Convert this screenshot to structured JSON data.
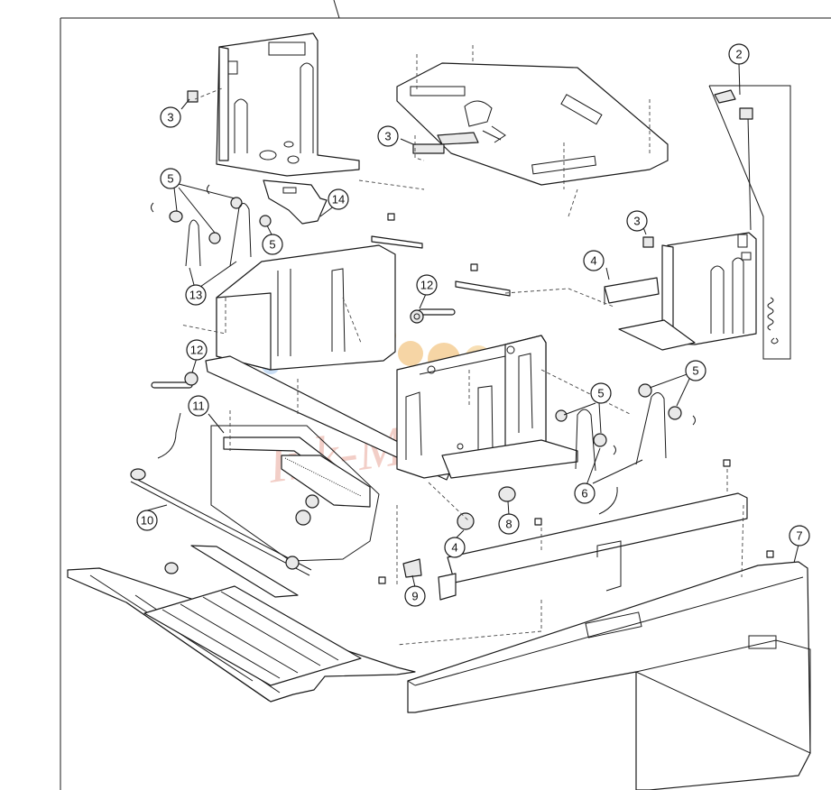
{
  "diagram": {
    "callouts": [
      {
        "id": "c1",
        "label": "2"
      },
      {
        "id": "c2",
        "label": "3"
      },
      {
        "id": "c3",
        "label": "3"
      },
      {
        "id": "c4",
        "label": "3"
      },
      {
        "id": "c5",
        "label": "4"
      },
      {
        "id": "c6",
        "label": "4"
      },
      {
        "id": "c7",
        "label": "5"
      },
      {
        "id": "c8",
        "label": "5"
      },
      {
        "id": "c9",
        "label": "5"
      },
      {
        "id": "c10",
        "label": "5"
      },
      {
        "id": "c11",
        "label": "6"
      },
      {
        "id": "c12",
        "label": "7"
      },
      {
        "id": "c13",
        "label": "8"
      },
      {
        "id": "c14",
        "label": "9"
      },
      {
        "id": "c15",
        "label": "10"
      },
      {
        "id": "c16",
        "label": "11"
      },
      {
        "id": "c17",
        "label": "12"
      },
      {
        "id": "c18",
        "label": "12"
      },
      {
        "id": "c19",
        "label": "13"
      },
      {
        "id": "c20",
        "label": "14"
      }
    ],
    "watermark": {
      "text": "Ink-Market",
      "colors": {
        "blue": "#8fb8e8",
        "orange": "#f2c27a",
        "red": "#e9a79a"
      }
    }
  }
}
